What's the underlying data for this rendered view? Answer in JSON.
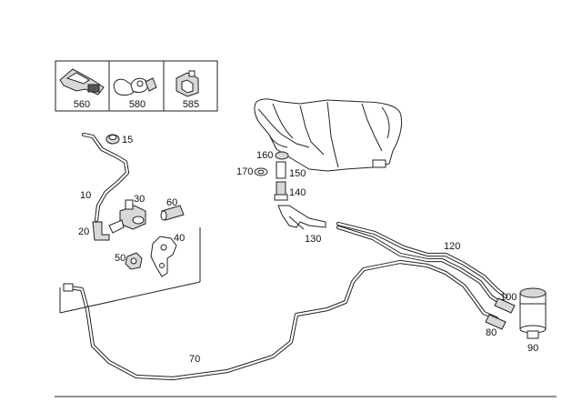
{
  "legend_parts": [
    {
      "number": "560",
      "icon": "connector-clip-icon"
    },
    {
      "number": "580",
      "icon": "double-clip-icon"
    },
    {
      "number": "585",
      "icon": "holder-clip-icon"
    }
  ],
  "callouts": [
    {
      "id": "p15",
      "text": "15"
    },
    {
      "id": "p10",
      "text": "10"
    },
    {
      "id": "p30",
      "text": "30"
    },
    {
      "id": "p60",
      "text": "60"
    },
    {
      "id": "p20",
      "text": "20"
    },
    {
      "id": "p40",
      "text": "40"
    },
    {
      "id": "p50",
      "text": "50"
    },
    {
      "id": "p160",
      "text": "160"
    },
    {
      "id": "p170",
      "text": "170"
    },
    {
      "id": "p150",
      "text": "150"
    },
    {
      "id": "p140",
      "text": "140"
    },
    {
      "id": "p130",
      "text": "130"
    },
    {
      "id": "p120",
      "text": "120"
    },
    {
      "id": "p100",
      "text": "100"
    },
    {
      "id": "p80",
      "text": "80"
    },
    {
      "id": "p90",
      "text": "90"
    },
    {
      "id": "p70",
      "text": "70"
    }
  ]
}
